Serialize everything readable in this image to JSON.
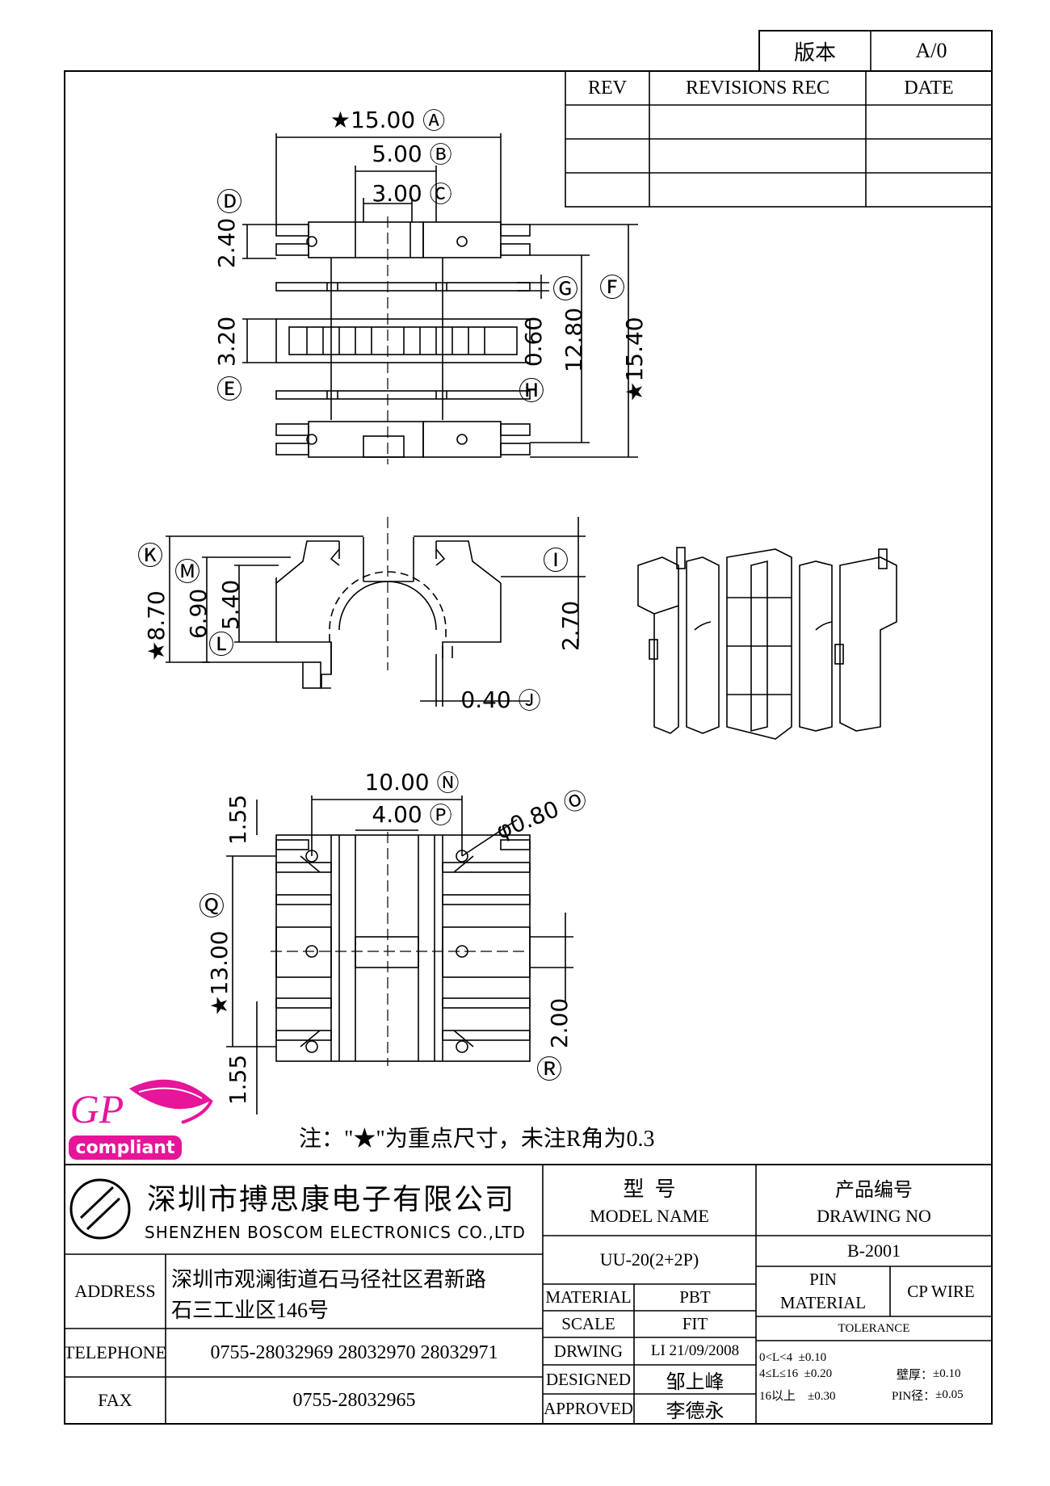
{
  "version_box": {
    "label": "版本",
    "value": "A/0"
  },
  "revision_table": {
    "headers": [
      "REV",
      "REVISIONS REC",
      "DATE"
    ]
  },
  "dimensions": {
    "A": "15.00",
    "B": "5.00",
    "C": "3.00",
    "D": "2.40",
    "E": "3.20",
    "F": "15.40",
    "G": "12.80",
    "H": "0.60",
    "I": "2.70",
    "J": "0.40",
    "K": "8.70",
    "L": "5.40",
    "M": "6.90",
    "N": "10.00",
    "O": "φ0.80",
    "P": "4.00",
    "Q": "13.00",
    "R": "2.00",
    "top_offset": "1.55",
    "bottom_offset": "1.55"
  },
  "key_mark": "★",
  "note": "注：\"★\"为重点尺寸，未注R角为0.3",
  "logo": {
    "text": "GP",
    "subtext": "compliant",
    "color": "#e6159a"
  },
  "company": {
    "name_cn": "深圳市搏思康电子有限公司",
    "name_en": "SHENZHEN BOSCOM ELECTRONICS CO.,LTD",
    "address_label": "ADDRESS",
    "address_line1": "深圳市观澜街道石马径社区君新路",
    "address_line2": "石三工业区146号",
    "telephone_label": "TELEPHONE",
    "telephone": "0755-28032969 28032970 28032971",
    "fax_label": "FAX",
    "fax": "0755-28032965"
  },
  "model": {
    "label_cn": "型  号",
    "label_en": "MODEL NAME",
    "value": "UU-20(2+2P)"
  },
  "drawing": {
    "label_cn": "产品编号",
    "label_en": "DRAWING NO",
    "value": "B-2001"
  },
  "specs": {
    "material_label": "MATERIAL",
    "material": "PBT",
    "scale_label": "SCALE",
    "scale": "FIT",
    "drwing_label": "DRWING",
    "drwing": "LI 21/09/2008",
    "designed_label": "DESIGNED",
    "designed": "邹上峰",
    "approved_label": "APPROVED",
    "approved": "李德永"
  },
  "pin": {
    "label1": "PIN",
    "label2": "MATERIAL",
    "value": "CP WIRE"
  },
  "tolerance": {
    "label": "TOLERANCE",
    "row1": "0<L<4  ±0.10",
    "row2": "4≤L≤16  ±0.20",
    "row3": "16以上    ±0.30",
    "wall_label": "壁厚：",
    "wall_value": "±0.10",
    "pin_dia_label": "PIN径：",
    "pin_dia_value": "±0.05"
  }
}
